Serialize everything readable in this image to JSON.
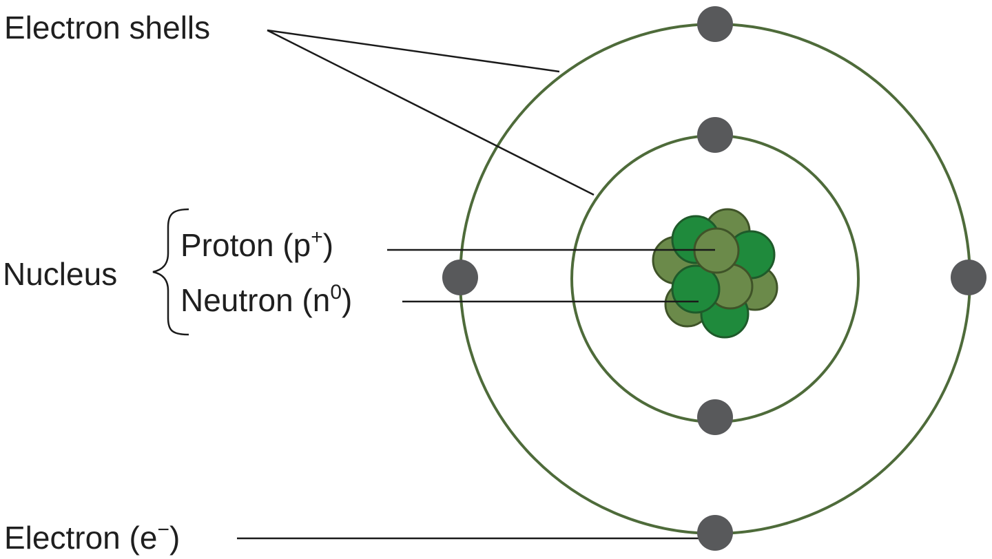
{
  "labels": {
    "electron_shells": "Electron shells",
    "nucleus": "Nucleus",
    "proton": "Proton (p",
    "proton_sup": "+",
    "proton_close": ")",
    "neutron": "Neutron (n",
    "neutron_sup": "0",
    "neutron_close": ")",
    "electron": "Electron (e",
    "electron_sup": "−",
    "electron_close": ")"
  },
  "colors": {
    "shell_stroke": "#4e6b3a",
    "electron_fill": "#58595b",
    "proton_fill": "#1f8a3c",
    "neutron_fill": "#6b8a4a",
    "leader_line": "#1a1a1a"
  }
}
